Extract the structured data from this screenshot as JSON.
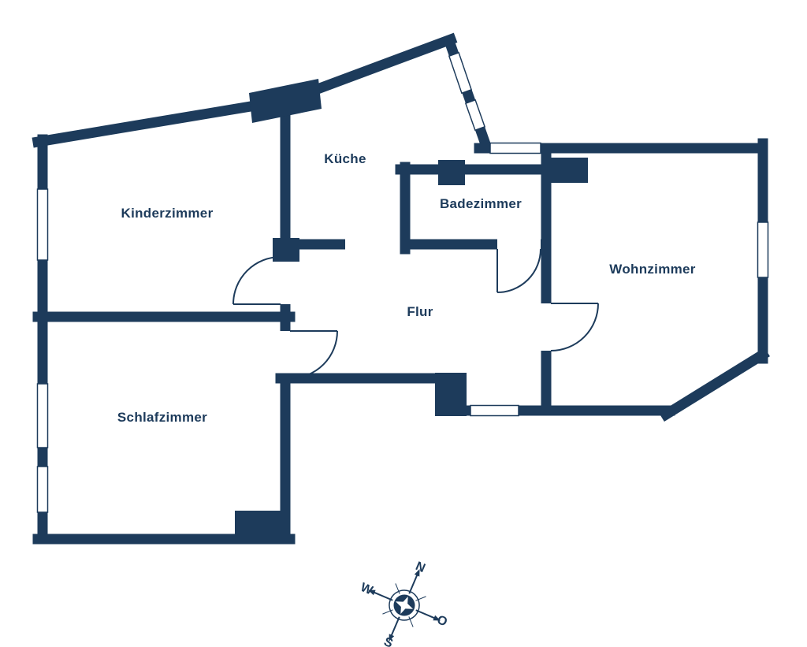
{
  "rooms": [
    {
      "name": "Kinderzimmer"
    },
    {
      "name": "Küche"
    },
    {
      "name": "Badezimmer"
    },
    {
      "name": "Wohnzimmer"
    },
    {
      "name": "Flur"
    },
    {
      "name": "Schlafzimmer"
    }
  ],
  "compass": {
    "north": "N",
    "west": "W",
    "east": "O",
    "south": "S"
  },
  "colors": {
    "wall": "#1d3b5b",
    "background": "#ffffff"
  }
}
